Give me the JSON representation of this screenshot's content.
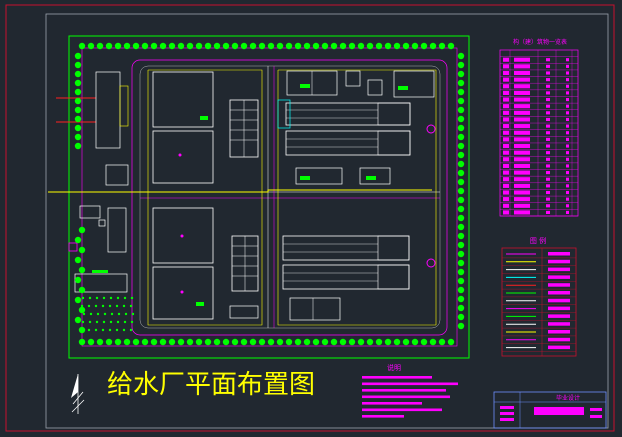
{
  "drawing": {
    "title": "给水厂平面布置图",
    "table_title": "构（建）筑物一览表",
    "legend_title": "图 例",
    "notes_title": "说明",
    "titleblock_label": "毕业设计"
  },
  "colors": {
    "background": "#212830",
    "frame": "#c8102e",
    "wall": "#ffffff",
    "pipe": "#ffff00",
    "tree": "#00ff00",
    "text": "#ff00ff",
    "accent": "#00ffff",
    "road": "#ff00ff"
  },
  "icons": [
    "north-arrow-icon",
    "tree-icon",
    "well-icon"
  ]
}
